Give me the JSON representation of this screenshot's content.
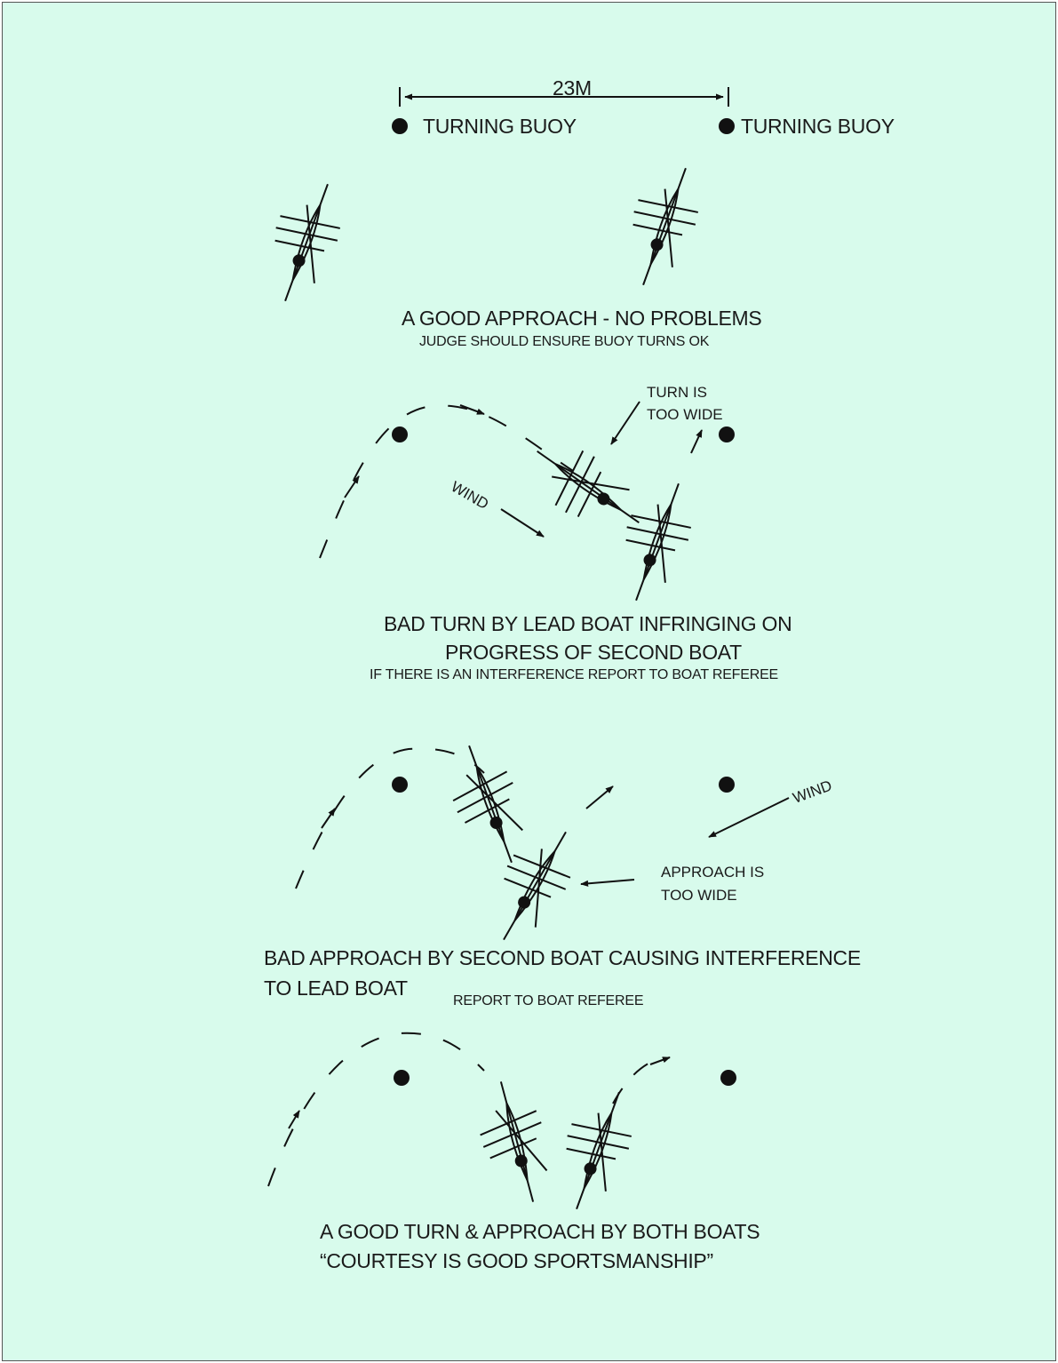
{
  "top": {
    "distance_label": "23M",
    "buoy_left_label": "TURNING BUOY",
    "buoy_right_label": "TURNING BUOY"
  },
  "scene1": {
    "caption": "A GOOD APPROACH - NO PROBLEMS",
    "subcaption": "JUDGE SHOULD ENSURE BUOY TURNS OK"
  },
  "scene2": {
    "note_line1": "TURN IS",
    "note_line2": "TOO WIDE",
    "wind_label": "WIND",
    "caption_line1": "BAD TURN BY LEAD BOAT INFRINGING ON",
    "caption_line2": "PROGRESS OF SECOND BOAT",
    "subcaption": "IF THERE IS AN INTERFERENCE REPORT TO BOAT REFEREE"
  },
  "scene3": {
    "wind_label": "WIND",
    "note_line1": "APPROACH IS",
    "note_line2": "TOO WIDE",
    "caption_line1": "BAD APPROACH BY SECOND BOAT CAUSING INTERFERENCE",
    "caption_line2": "TO LEAD BOAT",
    "subcaption": "REPORT TO BOAT REFEREE"
  },
  "scene4": {
    "caption_line1": "A GOOD TURN & APPROACH BY BOTH BOATS",
    "caption_line2": "“COURTESY IS GOOD SPORTSMANSHIP”"
  },
  "colors": {
    "background": "#d8fbec",
    "ink": "#111111"
  }
}
